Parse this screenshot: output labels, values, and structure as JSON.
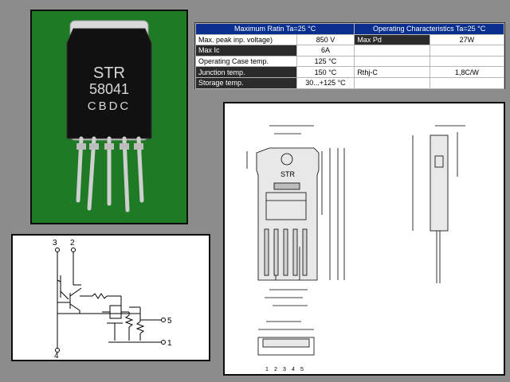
{
  "photo": {
    "brand": "STR",
    "part_number": "58041",
    "code": "CBDC"
  },
  "specs": {
    "max_header": "Maximum Ratin  Ta=25 °C",
    "op_header": "Operating Characteristics  Ta=25 °C",
    "max_rows": [
      {
        "label": "Max. peak inp. voltage)",
        "value": "850 V"
      },
      {
        "label": "Max Ic",
        "value": "6A"
      },
      {
        "label": "Operating Case temp.",
        "value": "125 °C"
      },
      {
        "label": "Junction temp.",
        "value": "150 °C"
      },
      {
        "label": "Storage temp.",
        "value": "30...+125 °C"
      }
    ],
    "op_rows": [
      {
        "label": "Max  Pd",
        "value": "27W"
      },
      {
        "label": "",
        "value": ""
      },
      {
        "label": "",
        "value": ""
      },
      {
        "label": "Rthj-C",
        "value": "1,8C/W"
      },
      {
        "label": "",
        "value": ""
      }
    ]
  },
  "circuit": {
    "pin3": "3",
    "pin2": "2",
    "pin4": "4",
    "pin5": "5",
    "pin1": "1"
  },
  "drawing": {
    "package_marking": "STR",
    "pin_numbers": [
      "1",
      "2",
      "3",
      "4",
      "5"
    ]
  }
}
